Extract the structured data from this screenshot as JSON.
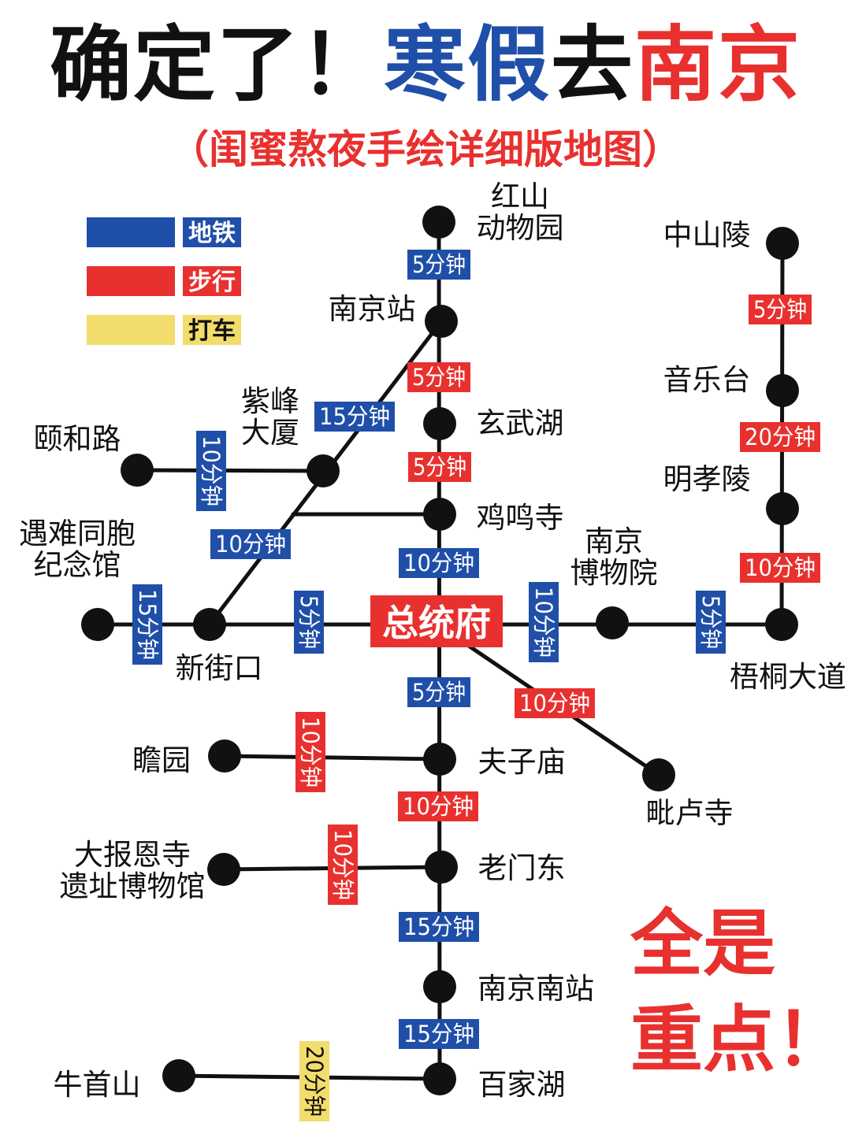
{
  "colors": {
    "subway": "#1F4FA8",
    "walk": "#E8312F",
    "taxi": "#F2DC6B",
    "line": "#111111",
    "black": "#111111"
  },
  "title": {
    "part1": "确定了！",
    "part2": "寒假",
    "part3": "去",
    "part4": "南京"
  },
  "subtitle": "（闺蜜熬夜手绘详细版地图）",
  "legend": [
    {
      "label": "地铁",
      "mode": "subway"
    },
    {
      "label": "步行",
      "mode": "walk"
    },
    {
      "label": "打车",
      "mode": "taxi"
    }
  ],
  "center": {
    "label": "总统府"
  },
  "stations": {
    "hongshan": [
      "红山",
      "动物园"
    ],
    "nanjingzhan": [
      "南京站"
    ],
    "xuanwuhu": [
      "玄武湖"
    ],
    "jimingsi": [
      "鸡鸣寺"
    ],
    "zifeng": [
      "紫峰",
      "大厦"
    ],
    "yiheLu": [
      "颐和路"
    ],
    "yunan": [
      "遇难同胞",
      "纪念馆"
    ],
    "xinjiekou": [
      "新街口"
    ],
    "nanjingbowuyuan": [
      "南京",
      "博物院"
    ],
    "wutongdadao": [
      "梧桐大道"
    ],
    "zhongshanling": [
      "中山陵"
    ],
    "yinyuetai": [
      "音乐台"
    ],
    "mingxiaoling": [
      "明孝陵"
    ],
    "fuzimiao": [
      "夫子庙"
    ],
    "zhanyuan": [
      "瞻园"
    ],
    "piluSi": [
      "毗卢寺"
    ],
    "laomendong": [
      "老门东"
    ],
    "dabaoensi": [
      "大报恩寺",
      "遗址博物馆"
    ],
    "nanjingnanzhan": [
      "南京南站"
    ],
    "baijiahu": [
      "百家湖"
    ],
    "niushoushan": [
      "牛首山"
    ]
  },
  "connections": [
    {
      "from": "红山动物园",
      "to": "南京站",
      "time": "5分钟",
      "mode": "subway"
    },
    {
      "from": "南京站",
      "to": "玄武湖",
      "time": "5分钟",
      "mode": "walk"
    },
    {
      "from": "南京站",
      "to": "紫峰大厦",
      "time": "15分钟",
      "mode": "subway"
    },
    {
      "from": "玄武湖",
      "to": "鸡鸣寺",
      "time": "5分钟",
      "mode": "walk"
    },
    {
      "from": "颐和路",
      "to": "紫峰大厦",
      "time": "10分钟",
      "mode": "subway"
    },
    {
      "from": "鸡鸣寺",
      "to": "总统府",
      "time": "10分钟",
      "mode": "subway"
    },
    {
      "from": "紫峰大厦",
      "to": "新街口",
      "time": "10分钟",
      "mode": "subway"
    },
    {
      "from": "遇难同胞纪念馆",
      "to": "新街口",
      "time": "15分钟",
      "mode": "subway"
    },
    {
      "from": "新街口",
      "to": "总统府",
      "time": "5分钟",
      "mode": "subway"
    },
    {
      "from": "总统府",
      "to": "南京博物院",
      "time": "10分钟",
      "mode": "subway"
    },
    {
      "from": "南京博物院",
      "to": "梧桐大道",
      "time": "5分钟",
      "mode": "subway"
    },
    {
      "from": "中山陵",
      "to": "音乐台",
      "time": "5分钟",
      "mode": "walk"
    },
    {
      "from": "音乐台",
      "to": "明孝陵",
      "time": "20分钟",
      "mode": "walk"
    },
    {
      "from": "明孝陵",
      "to": "梧桐大道",
      "time": "10分钟",
      "mode": "walk"
    },
    {
      "from": "总统府",
      "to": "夫子庙",
      "time": "5分钟",
      "mode": "subway"
    },
    {
      "from": "总统府",
      "to": "毗卢寺",
      "time": "10分钟",
      "mode": "walk"
    },
    {
      "from": "瞻园",
      "to": "夫子庙",
      "time": "10分钟",
      "mode": "walk"
    },
    {
      "from": "夫子庙",
      "to": "老门东",
      "time": "10分钟",
      "mode": "walk"
    },
    {
      "from": "大报恩寺遗址博物馆",
      "to": "老门东",
      "time": "10分钟",
      "mode": "walk"
    },
    {
      "from": "老门东",
      "to": "南京南站",
      "time": "15分钟",
      "mode": "subway"
    },
    {
      "from": "南京南站",
      "to": "百家湖",
      "time": "15分钟",
      "mode": "subway"
    },
    {
      "from": "牛首山",
      "to": "百家湖",
      "time": "20分钟",
      "mode": "taxi"
    }
  ],
  "slogan": [
    "全是",
    "重点！"
  ]
}
